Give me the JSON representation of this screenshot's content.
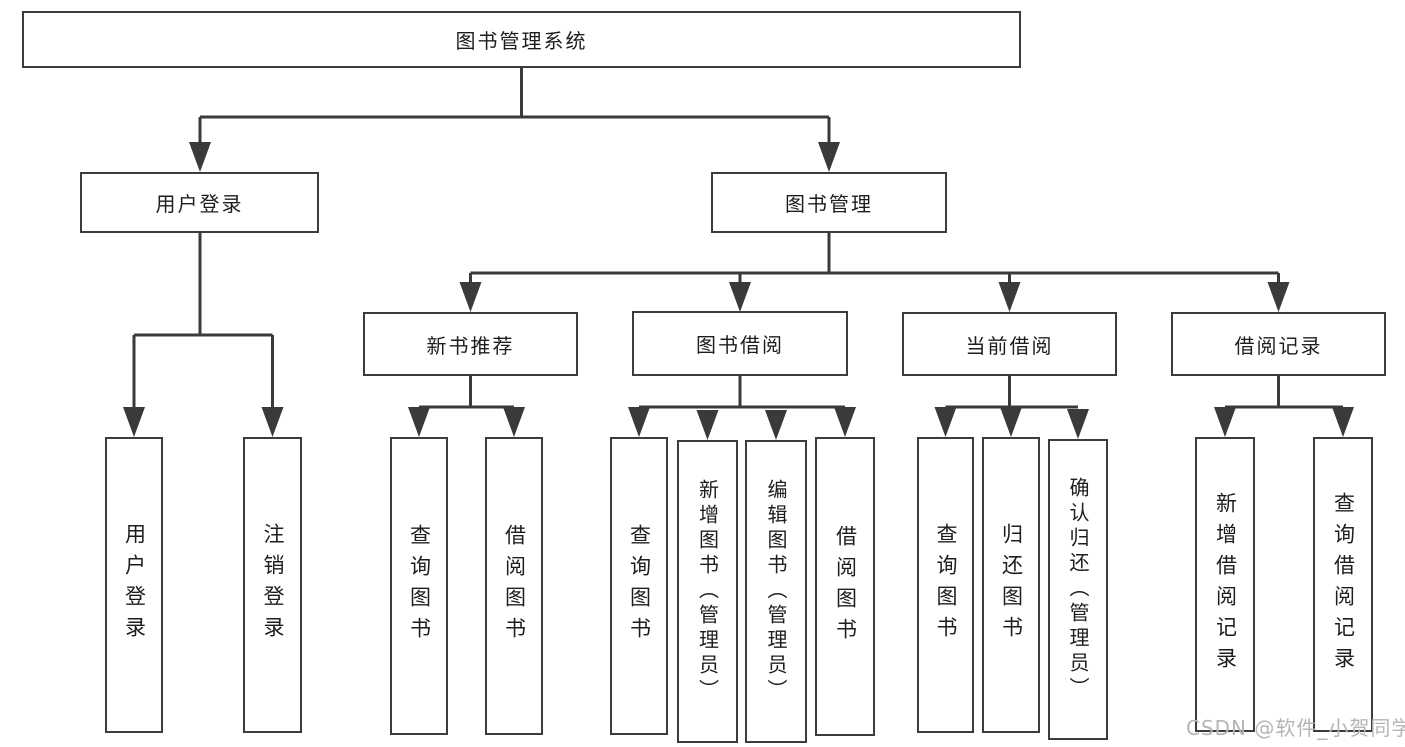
{
  "colors": {
    "background": "#ffffff",
    "box_fill": "#ffffff",
    "box_border": "#3c3c3c",
    "connector_line": "#3a3a3a",
    "text": "#1e1e1e",
    "watermark": "#b5b5b5"
  },
  "watermark": {
    "text": "CSDN @软件_小贺同学"
  },
  "root": {
    "label": "图书管理系统",
    "children": [
      {
        "label": "用户登录",
        "children": [
          {
            "label": "用户登录"
          },
          {
            "label": "注销登录"
          }
        ]
      },
      {
        "label": "图书管理",
        "children": [
          {
            "label": "新书推荐",
            "children": [
              {
                "label": "查询图书"
              },
              {
                "label": "借阅图书"
              }
            ]
          },
          {
            "label": "图书借阅",
            "children": [
              {
                "label": "查询图书"
              },
              {
                "label": "新增图书（管理员）"
              },
              {
                "label": "编辑图书（管理员）"
              },
              {
                "label": "借阅图书"
              }
            ]
          },
          {
            "label": "当前借阅",
            "children": [
              {
                "label": "查询图书"
              },
              {
                "label": "归还图书"
              },
              {
                "label": "确认归还（管理员）"
              }
            ]
          },
          {
            "label": "借阅记录",
            "children": [
              {
                "label": "新增借阅记录"
              },
              {
                "label": "查询借阅记录"
              }
            ]
          }
        ]
      }
    ]
  }
}
